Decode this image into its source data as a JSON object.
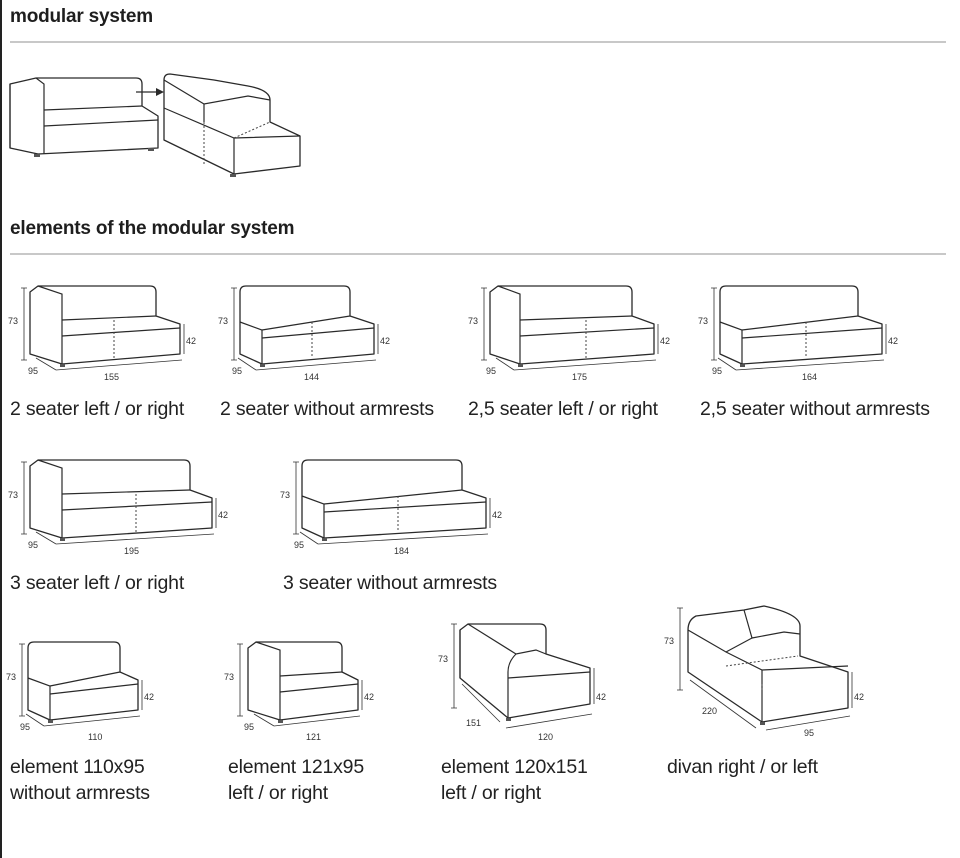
{
  "sections": {
    "modular_title": "modular system",
    "elements_title": "elements of the modular system"
  },
  "items": [
    {
      "caption": [
        "2 seater left / or right"
      ],
      "dims": {
        "height": "73",
        "seat": "42",
        "depth": "95",
        "width": "155"
      }
    },
    {
      "caption": [
        "2 seater without armrests"
      ],
      "dims": {
        "height": "73",
        "seat": "42",
        "depth": "95",
        "width": "144"
      }
    },
    {
      "caption": [
        "2,5 seater left / or right"
      ],
      "dims": {
        "height": "73",
        "seat": "42",
        "depth": "95",
        "width": "175"
      }
    },
    {
      "caption": [
        "2,5 seater without armrests"
      ],
      "dims": {
        "height": "73",
        "seat": "42",
        "depth": "95",
        "width": "164"
      }
    },
    {
      "caption": [
        "3 seater left / or right"
      ],
      "dims": {
        "height": "73",
        "seat": "42",
        "depth": "95",
        "width": "195"
      }
    },
    {
      "caption": [
        "3 seater without armrests"
      ],
      "dims": {
        "height": "73",
        "seat": "42",
        "depth": "95",
        "width": "184"
      }
    },
    {
      "caption": [
        "element 110x95",
        "without armrests"
      ],
      "dims": {
        "height": "73",
        "seat": "42",
        "depth": "95",
        "width": "110"
      }
    },
    {
      "caption": [
        "element 121x95",
        "left / or right"
      ],
      "dims": {
        "height": "73",
        "seat": "42",
        "depth": "95",
        "width": "121"
      }
    },
    {
      "caption": [
        "element 120x151",
        "left / or right"
      ],
      "dims": {
        "height": "73",
        "seat": "42",
        "depth": "151",
        "width": "120"
      }
    },
    {
      "caption": [
        "divan right / or left"
      ],
      "dims": {
        "height": "73",
        "seat": "42",
        "depth": "220",
        "width": "95"
      }
    }
  ]
}
